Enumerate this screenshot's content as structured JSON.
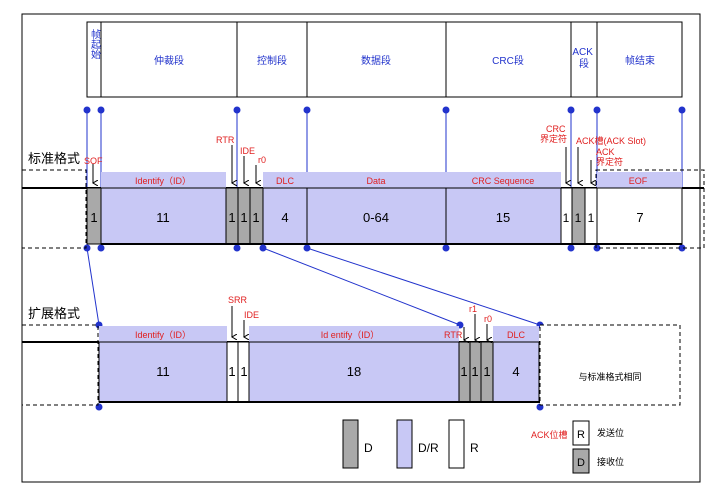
{
  "header": {
    "fields": [
      {
        "label": "帧起始"
      },
      {
        "label": "仲裁段"
      },
      {
        "label": "控制段"
      },
      {
        "label": "数据段"
      },
      {
        "label": "CRC段"
      },
      {
        "label": "ACK段"
      },
      {
        "label": "帧结束"
      }
    ]
  },
  "standard": {
    "row_label": "标准格式",
    "sof_label": "SOF",
    "rtr_label": "RTR",
    "ide_label": "IDE",
    "r0_label": "r0",
    "crc_delim_label": "CRC界定符",
    "ack_slot_label": "ACK槽(ACK Slot)",
    "ack_delim_label": "ACK界定符",
    "field_names": {
      "identify": "Identify（ID）",
      "dlc": "DLC",
      "data": "Data",
      "crc_seq": "CRC Sequence",
      "eof": "EOF"
    },
    "bits": {
      "sof": "1",
      "id": "11",
      "rtr": "1",
      "ide": "1",
      "r0": "1",
      "dlc": "4",
      "data": "0-64",
      "crc": "15",
      "crc_delim": "1",
      "ack_slot": "1",
      "ack_delim": "1",
      "eof": "7"
    }
  },
  "extended": {
    "row_label": "扩展格式",
    "srr_label": "SRR",
    "ide_label": "IDE",
    "r1_label": "r1",
    "r0_label": "r0",
    "rtr_label": "RTR",
    "field_names": {
      "identify": "Identify（ID）",
      "id_ext": "Id entify（ID）",
      "dlc": "DLC"
    },
    "bits": {
      "id": "11",
      "srr": "1",
      "ide": "1",
      "id_ext": "18",
      "rtr": "1",
      "r1": "1",
      "r0": "1",
      "dlc": "4"
    },
    "same_note": "与标准格式相同"
  },
  "legend": {
    "items": [
      {
        "label": "D"
      },
      {
        "label": "D/R"
      },
      {
        "label": "R"
      }
    ],
    "ack_title": "ACK位槽",
    "send_symbol": "R",
    "send_label": "发送位",
    "recv_symbol": "D",
    "recv_label": "接收位"
  },
  "colors": {
    "dominant": "#a9a9a9",
    "dominant_or_recessive": "#c8c8f5",
    "recessive": "#ffffff",
    "marker_blue": "#2233cc",
    "label_red": "#e02020"
  }
}
